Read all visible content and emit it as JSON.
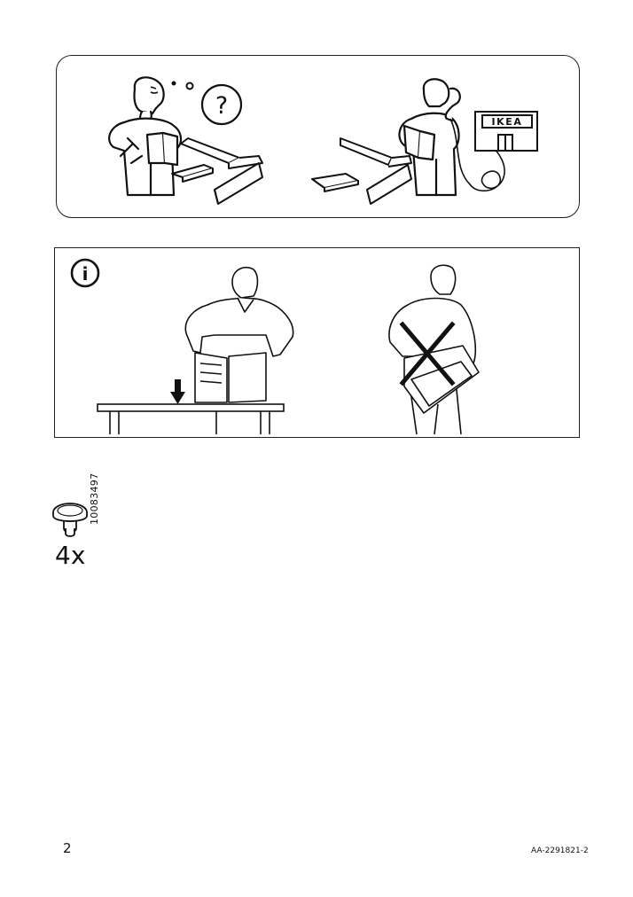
{
  "panels": {
    "help": {
      "store_sign": "IKEA",
      "question_mark": "?"
    },
    "info": {
      "info_symbol": "i"
    }
  },
  "parts": [
    {
      "part_number": "10083497",
      "quantity": "4x",
      "icon": "cam-lock-knob-icon"
    }
  ],
  "footer": {
    "page_number": "2",
    "document_code": "AA-2291821-2"
  }
}
